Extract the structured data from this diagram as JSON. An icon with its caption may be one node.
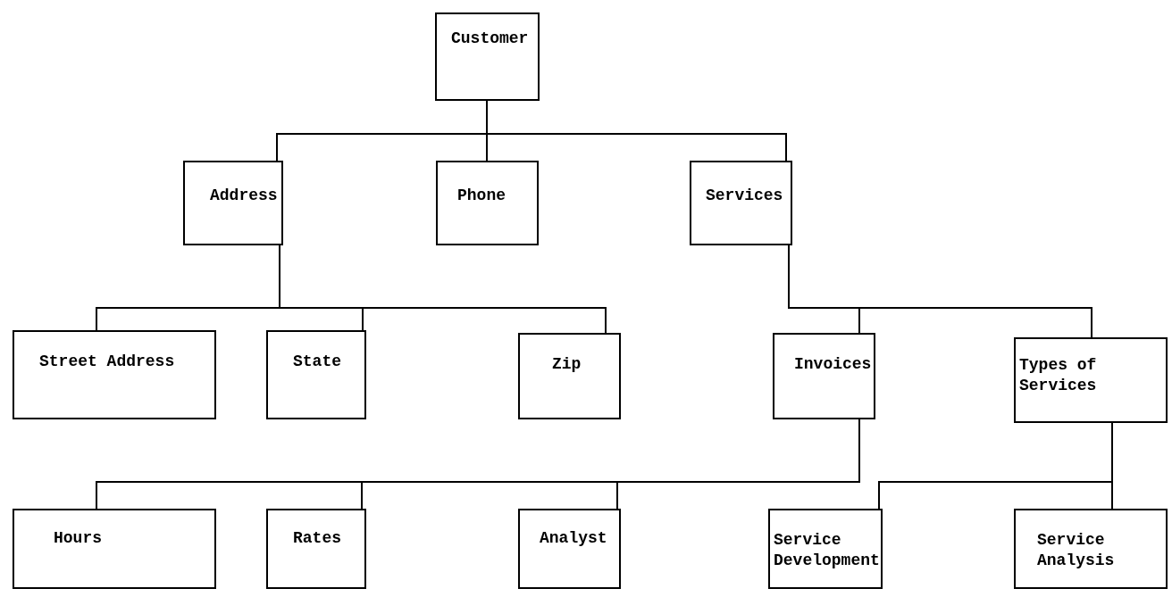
{
  "diagram": {
    "nodes": [
      {
        "text": [
          "Customer"
        ]
      },
      {
        "text": [
          "Address"
        ]
      },
      {
        "text": [
          "Phone"
        ]
      },
      {
        "text": [
          "Services"
        ]
      },
      {
        "text": [
          "Street Address"
        ]
      },
      {
        "text": [
          "State"
        ]
      },
      {
        "text": [
          "Zip"
        ]
      },
      {
        "text": [
          "Invoices"
        ]
      },
      {
        "text": [
          "Types of Services"
        ]
      },
      {
        "text": [
          "Hours"
        ]
      },
      {
        "text": [
          "Rates"
        ]
      },
      {
        "text": [
          "Analyst"
        ]
      },
      {
        "text": [
          "Service Development"
        ]
      },
      {
        "text": [
          "Service Analysis"
        ]
      }
    ],
    "edges": [
      {
        "from": 0,
        "to": 1,
        "arrow": "none"
      },
      {
        "from": 0,
        "to": 2,
        "arrow": "none"
      },
      {
        "from": 0,
        "to": 3,
        "arrow": "none"
      },
      {
        "from": 1,
        "to": 4,
        "arrow": "none"
      },
      {
        "from": 1,
        "to": 5,
        "arrow": "none"
      },
      {
        "from": 1,
        "to": 6,
        "arrow": "none"
      },
      {
        "from": 3,
        "to": 7,
        "arrow": "none"
      },
      {
        "from": 3,
        "to": 8,
        "arrow": "none"
      },
      {
        "from": 7,
        "to": 9,
        "arrow": "none"
      },
      {
        "from": 7,
        "to": 10,
        "arrow": "none"
      },
      {
        "from": 7,
        "to": 11,
        "arrow": "none"
      },
      {
        "from": 8,
        "to": 12,
        "arrow": "none"
      },
      {
        "from": 8,
        "to": 13,
        "arrow": "none"
      }
    ]
  }
}
